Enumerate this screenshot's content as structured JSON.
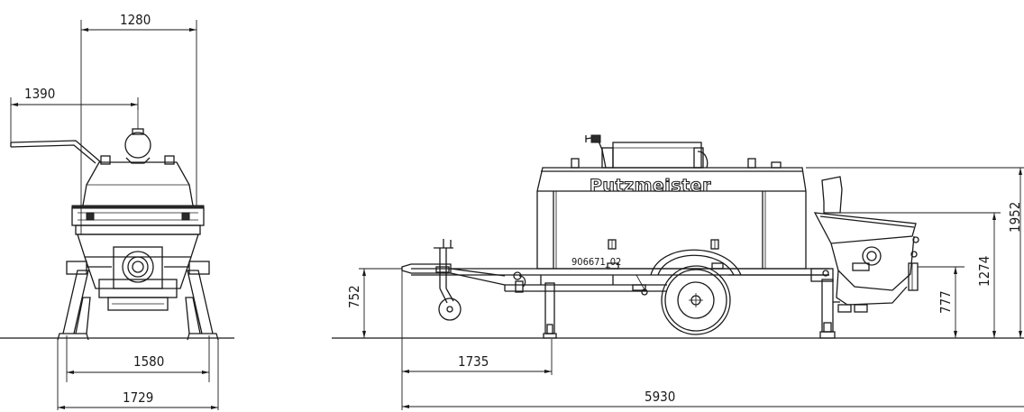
{
  "front_view": {
    "dimensions": {
      "top_width": "1280",
      "side_overhang": "1390",
      "wheel_track": "1580",
      "overall_width": "1729"
    }
  },
  "side_view": {
    "brand_label": "Putzmeister",
    "serial_label": "906671_02",
    "dimensions": {
      "hitch_height": "752",
      "front_to_support": "1735",
      "overall_length": "5930",
      "hopper_height": "777",
      "chassis_height": "1274",
      "overall_height": "1952"
    }
  }
}
